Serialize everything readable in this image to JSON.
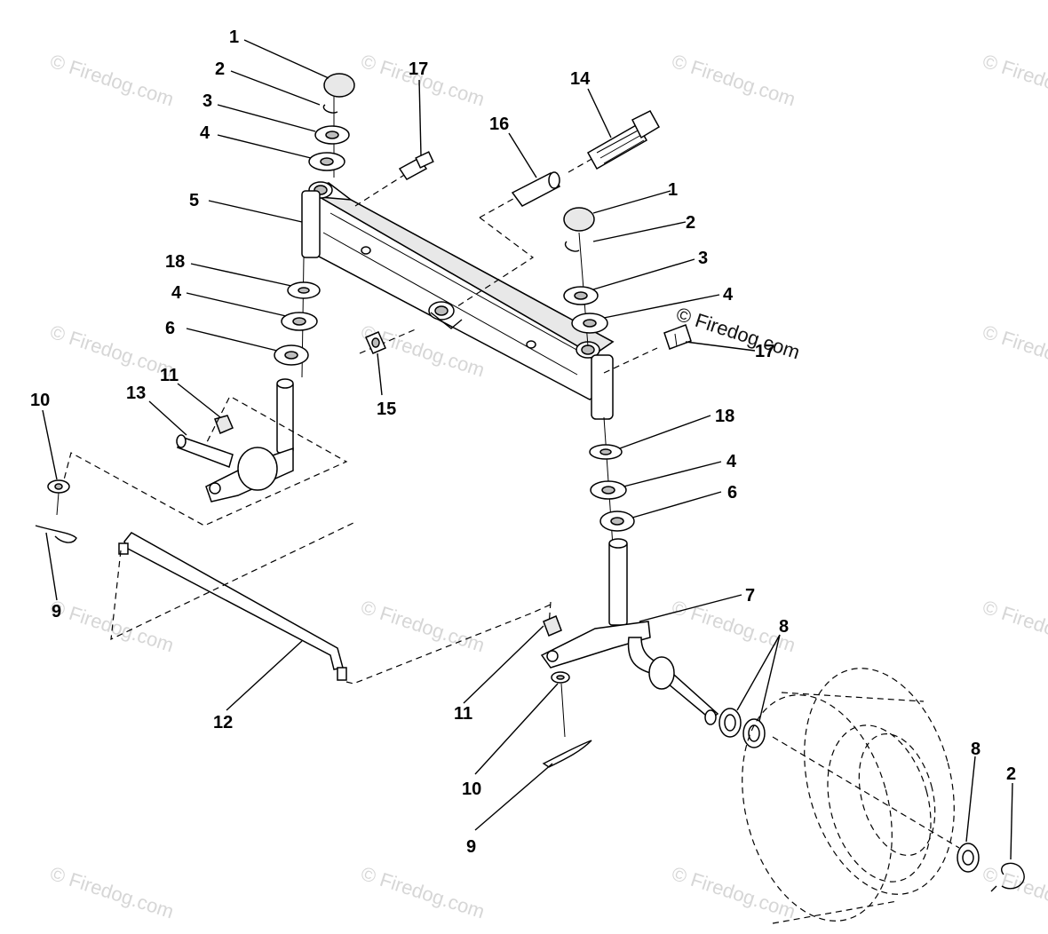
{
  "watermark": "© Firedog.com",
  "callouts": {
    "c1a": "1",
    "c2a": "2",
    "c3a": "3",
    "c4a": "4",
    "c5": "5",
    "c18a": "18",
    "c4b": "4",
    "c6a": "6",
    "c17a": "17",
    "c16": "16",
    "c14": "14",
    "c15": "15",
    "c1b": "1",
    "c2b": "2",
    "c3b": "3",
    "c4c": "4",
    "c17b": "17",
    "c18b": "18",
    "c4d": "4",
    "c6b": "6",
    "c7": "7",
    "c8a": "8",
    "c10a": "10",
    "c13": "13",
    "c11a": "11",
    "c9a": "9",
    "c12": "12",
    "c11b": "11",
    "c10b": "10",
    "c9b": "9",
    "c8b": "8",
    "c2c": "2"
  }
}
